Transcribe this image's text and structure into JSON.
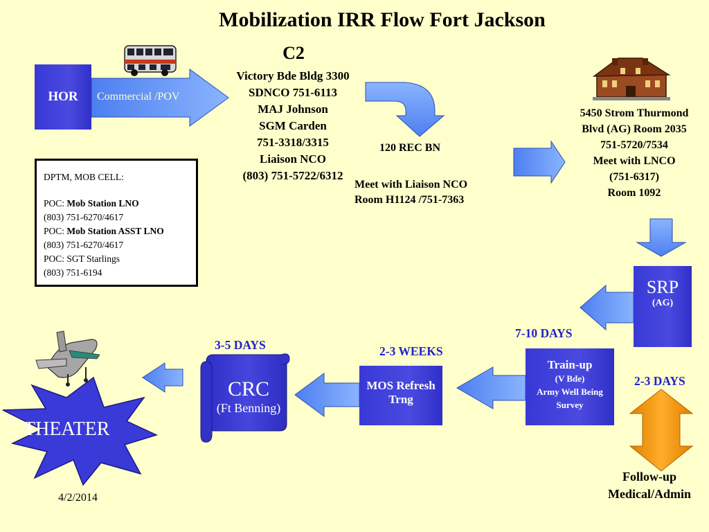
{
  "title": "Mobilization IRR Flow Fort Jackson",
  "c2": {
    "heading": "C2",
    "lines": [
      "Victory Bde Bldg 3300",
      "SDNCO 751-6113",
      "MAJ Johnson",
      "SGM Carden",
      "751-3318/3315",
      "Liaison NCO",
      "(803) 751-5722/6312"
    ]
  },
  "hor": {
    "label": "HOR",
    "arrow_label": "Commercial /POV"
  },
  "rec_bn": {
    "label": "120 REC BN",
    "meet_line1": "Meet with Liaison NCO",
    "meet_line2": "Room H1124 /751-7363"
  },
  "strom": {
    "lines": [
      "5450 Strom Thurmond",
      "Blvd (AG) Room 2035",
      "751-5720/7534",
      "Meet with LNCO",
      "(751-6317)",
      "Room 1092"
    ]
  },
  "dptm": {
    "heading": "DPTM,  MOB CELL:",
    "entries": [
      {
        "prefix": "POC: ",
        "bold": "Mob Station LNO"
      },
      {
        "prefix": "(803) 751-6270/4617",
        "bold": ""
      },
      {
        "prefix": "POC: ",
        "bold": "Mob Station ASST LNO"
      },
      {
        "prefix": "(803) 751-6270/4617",
        "bold": ""
      },
      {
        "prefix": "POC: SGT Starlings",
        "bold": ""
      },
      {
        "prefix": "(803) 751-6194",
        "bold": ""
      }
    ]
  },
  "srp": {
    "label": "SRP",
    "sub": "(AG)"
  },
  "durations": {
    "srp_to_train": "7-10 DAYS",
    "followup": "2-3 DAYS",
    "train_to_mos": "2-3 WEEKS",
    "mos_to_crc": "3-5 DAYS"
  },
  "train": {
    "title": "Train-up",
    "lines": [
      "(V Bde)",
      "Army Well Being",
      "Survey"
    ]
  },
  "mos": {
    "line1": "MOS Refresh",
    "line2": "Trng"
  },
  "crc": {
    "label": "CRC",
    "sub": "(Ft Benning)"
  },
  "theater": {
    "label": "THEATER"
  },
  "followup": {
    "line1": "Follow-up",
    "line2": "Medical/Admin"
  },
  "footer": {
    "date": "4/2/2014"
  },
  "colors": {
    "background": "#ffffcc",
    "box_blue": "#3838d6",
    "arrow_light": "#6699ff",
    "days_text": "#2222cc",
    "orange_arrow": "#ff9900"
  },
  "icons": {
    "bus": "bus-icon",
    "building": "building-icon",
    "airplane": "airplane-icon"
  }
}
